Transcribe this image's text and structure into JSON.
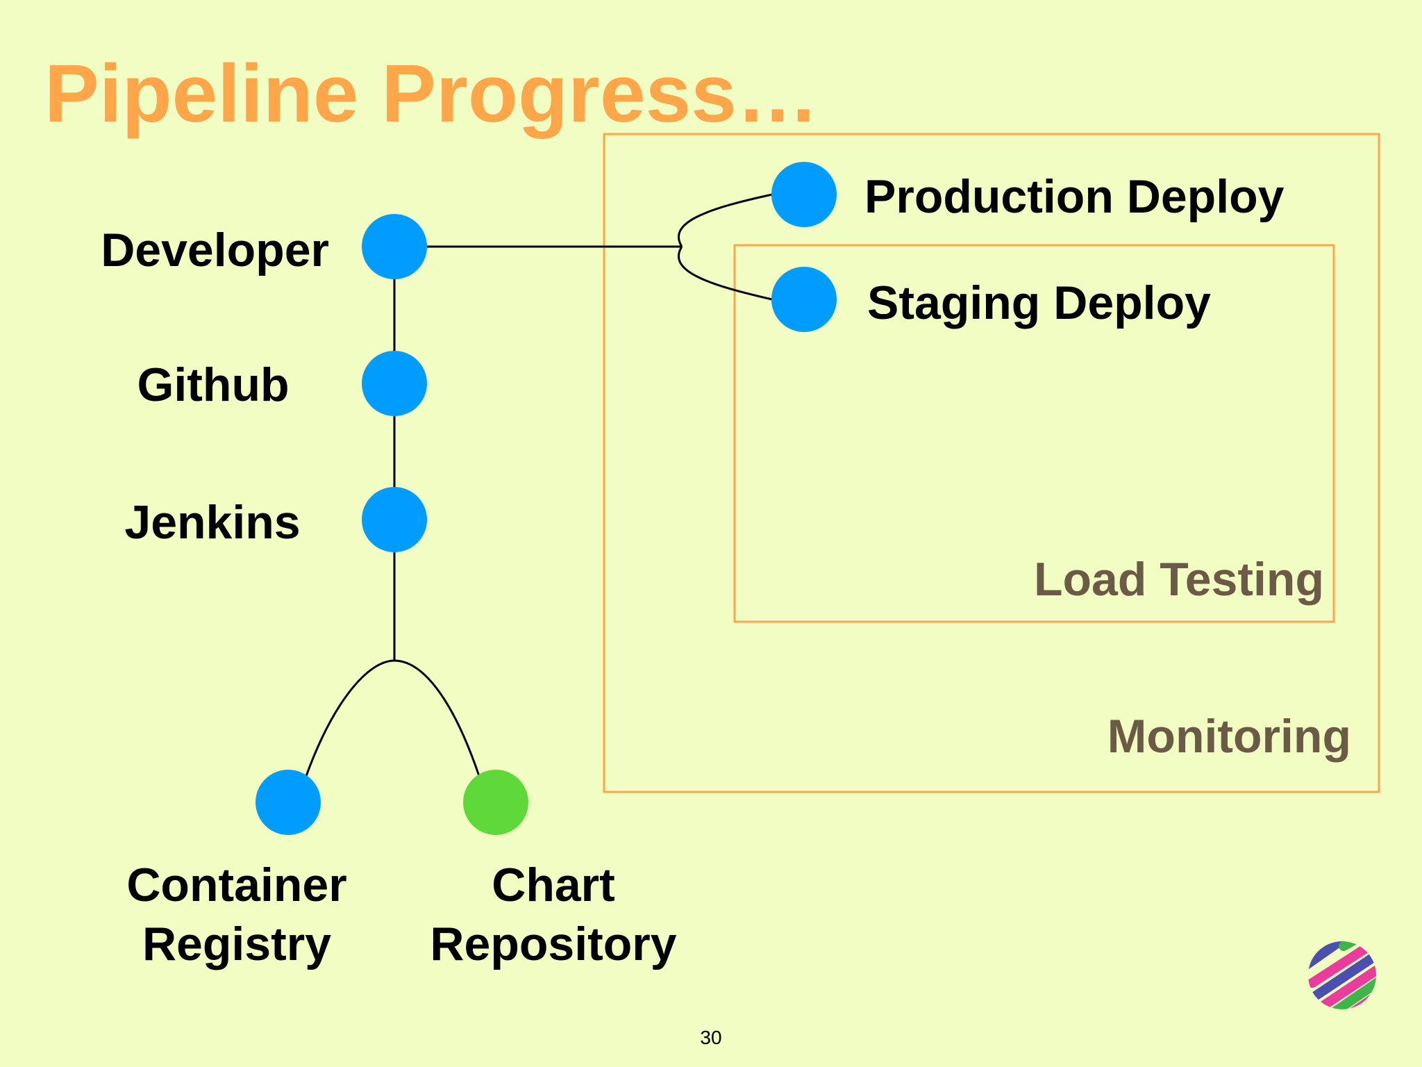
{
  "title": "Pipeline Progress…",
  "nodes": {
    "developer": "Developer",
    "github": "Github",
    "jenkins": "Jenkins",
    "container_registry": [
      "Container",
      "Registry"
    ],
    "chart_repository": [
      "Chart",
      "Repository"
    ],
    "production_deploy": "Production Deploy",
    "staging_deploy": "Staging Deploy"
  },
  "boxes": {
    "load_testing": "Load Testing",
    "monitoring": "Monitoring"
  },
  "page_number": "30",
  "colors": {
    "background": "#f1fdc2",
    "title": "#ffa54a",
    "node": "#009cff",
    "node_highlight": "#5fd83a",
    "box_border": "#ffa54a",
    "box_label": "#6b5a45"
  },
  "logo": "colorful striped circle logo"
}
